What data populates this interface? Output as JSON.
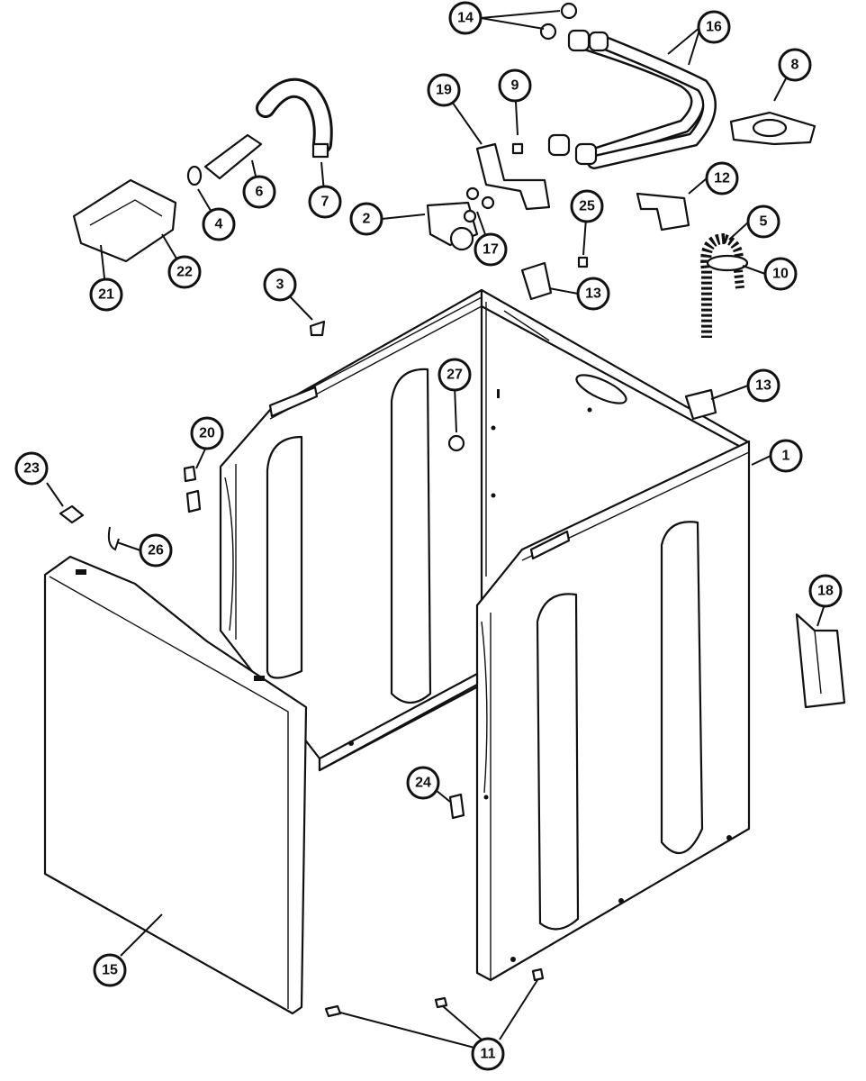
{
  "diagram": {
    "callouts": [
      {
        "id": "c14",
        "label": "14"
      },
      {
        "id": "c16",
        "label": "16"
      },
      {
        "id": "c8",
        "label": "8"
      },
      {
        "id": "c19",
        "label": "19"
      },
      {
        "id": "c9",
        "label": "9"
      },
      {
        "id": "c12",
        "label": "12"
      },
      {
        "id": "c6",
        "label": "6"
      },
      {
        "id": "c7",
        "label": "7"
      },
      {
        "id": "c4",
        "label": "4"
      },
      {
        "id": "c21",
        "label": "21"
      },
      {
        "id": "c22",
        "label": "22"
      },
      {
        "id": "c2",
        "label": "2"
      },
      {
        "id": "c17",
        "label": "17"
      },
      {
        "id": "c25",
        "label": "25"
      },
      {
        "id": "c5",
        "label": "5"
      },
      {
        "id": "c10",
        "label": "10"
      },
      {
        "id": "c3",
        "label": "3"
      },
      {
        "id": "c13a",
        "label": "13"
      },
      {
        "id": "c13b",
        "label": "13"
      },
      {
        "id": "c27",
        "label": "27"
      },
      {
        "id": "c1",
        "label": "1"
      },
      {
        "id": "c20",
        "label": "20"
      },
      {
        "id": "c23",
        "label": "23"
      },
      {
        "id": "c26",
        "label": "26"
      },
      {
        "id": "c18",
        "label": "18"
      },
      {
        "id": "c24",
        "label": "24"
      },
      {
        "id": "c15",
        "label": "15"
      },
      {
        "id": "c11",
        "label": "11"
      }
    ]
  }
}
